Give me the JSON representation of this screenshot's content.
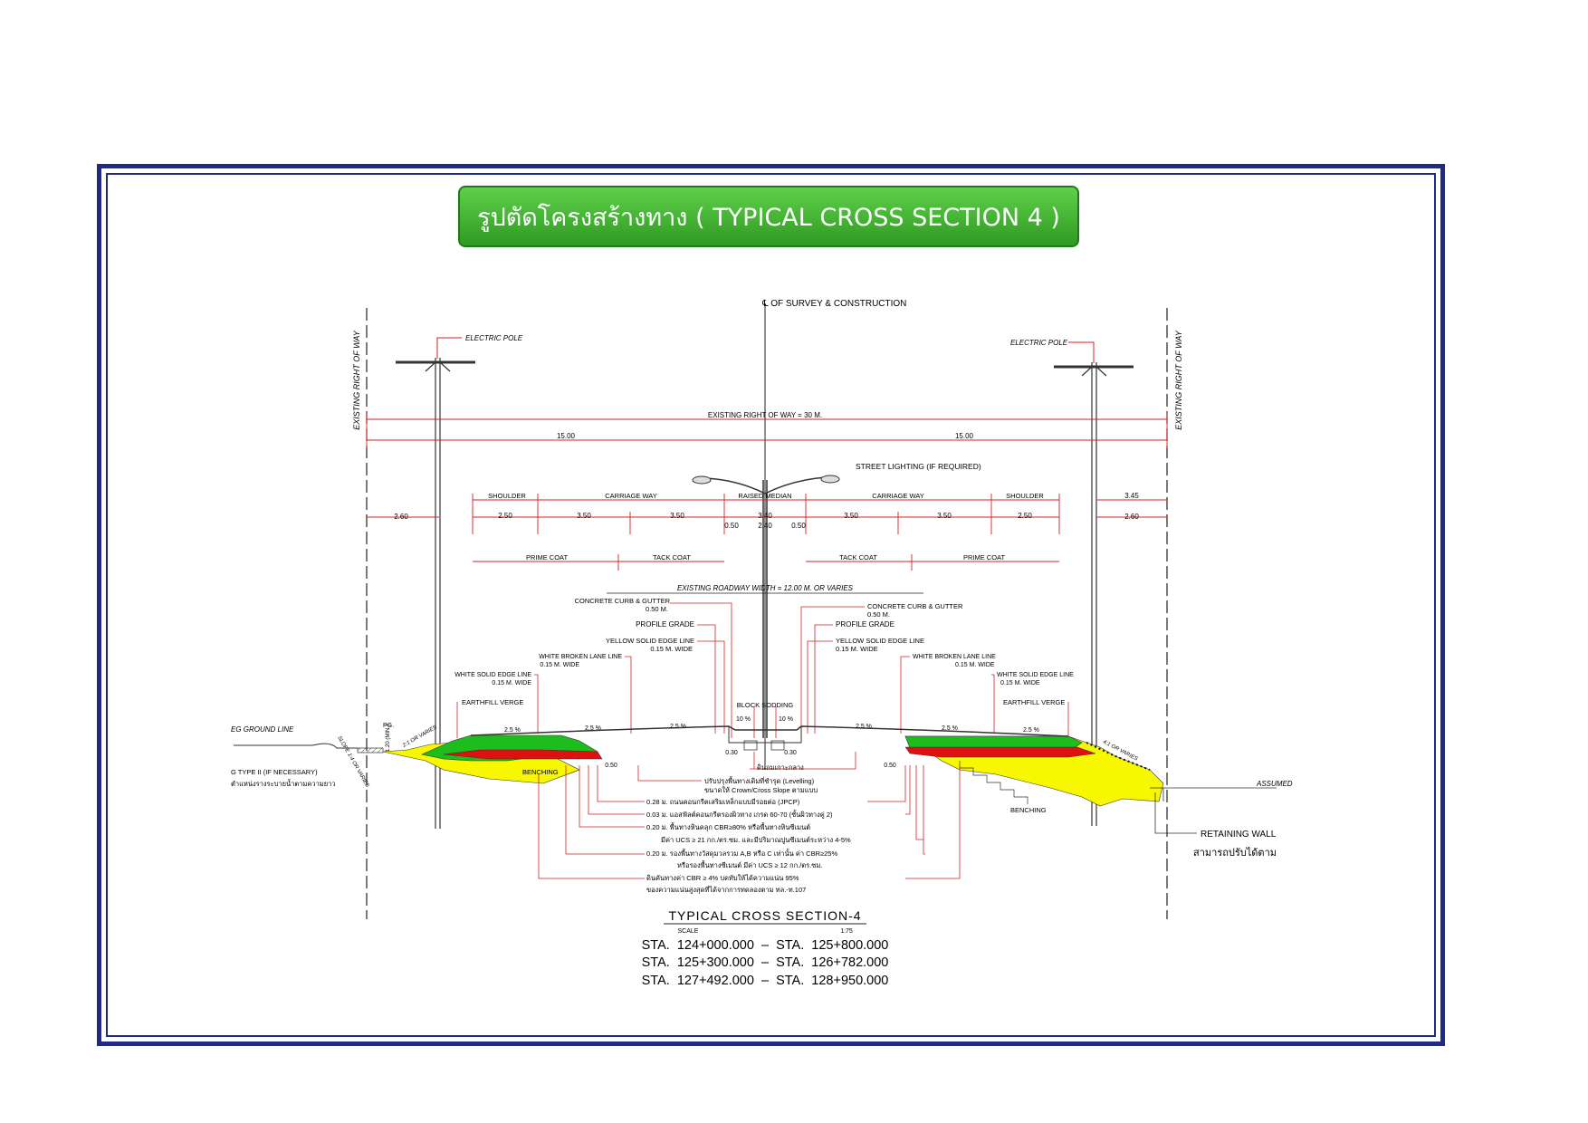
{
  "title": "รูปตัดโครงสร้างทาง ( TYPICAL CROSS SECTION 4 )",
  "centerline": "℄ OF SURVEY & CONSTRUCTION",
  "row_left": "EXISTING RIGHT OF WAY",
  "row_right": "EXISTING RIGHT OF WAY",
  "electric_pole_left": "ELECTRIC POLE",
  "electric_pole_right": "ELECTRIC POLE",
  "dims": {
    "row_total": "EXISTING RIGHT OF WAY = 30 M.",
    "half_left": "15.00",
    "half_right": "15.00",
    "left_edge": "2.60",
    "right_edge": "2.60",
    "right_edge_top": "3.45",
    "shoulder_l": "2.50",
    "lane_l1": "3.50",
    "lane_l2": "3.50",
    "median": "3.40",
    "lane_r1": "3.50",
    "lane_r2": "3.50",
    "shoulder_r": "2.50",
    "median_inner": "2.40",
    "curb_l": "0.50",
    "curb_r": "0.50",
    "curb_bot_l": "0.30",
    "curb_bot_r": "0.30",
    "gutter_l": "0.50",
    "gutter_r": "0.50",
    "pg": "PG.",
    "pg_val": "1.20 (MIN.)"
  },
  "labels": {
    "shoulder_l": "SHOULDER",
    "carriage_l": "CARRIAGE WAY",
    "median": "RAISED MEDIAN",
    "carriage_r": "CARRIAGE WAY",
    "shoulder_r": "SHOULDER",
    "street_lighting": "STREET LIGHTING (IF REQUIRED)",
    "prime_l": "PRIME COAT",
    "tack_l": "TACK COAT",
    "tack_r": "TACK COAT",
    "prime_r": "PRIME COAT",
    "existing_width": "EXISTING ROADWAY WIDTH = 12.00 M. OR VARIES",
    "curb_l": "CONCRETE CURB & GUTTER",
    "curb_l_w": "0.50 M.",
    "curb_r": "CONCRETE CURB & GUTTER",
    "curb_r_w": "0.50 M.",
    "profile_l": "PROFILE GRADE",
    "profile_r": "PROFILE GRADE",
    "yellow_l": "YELLOW SOLID EDGE LINE",
    "yellow_l_w": "0.15 M. WIDE",
    "yellow_r": "YELLOW SOLID EDGE LINE",
    "yellow_r_w": "0.15 M. WIDE",
    "white_broken_l": "WHITE BROKEN LANE LINE",
    "white_broken_l_w": "0.15 M. WIDE",
    "white_broken_r": "WHITE BROKEN LANE LINE",
    "white_broken_r_w": "0.15 M. WIDE",
    "white_solid_l": "WHITE SOLID EDGE LINE",
    "white_solid_l_w": "0.15 M. WIDE",
    "white_solid_r": "WHITE SOLID EDGE LINE",
    "white_solid_r_w": "0.15 M. WIDE",
    "earthfill_l": "EARTHFILL VERGE",
    "earthfill_r": "EARTHFILL VERGE",
    "block_sodding": "BLOCK SODDING",
    "eg_ground": "EG GROUND LINE",
    "slope_l": "SLOPE 1:4 OR VARIES",
    "slope_l2": "2:1 OR VARIES",
    "slope_r": "4:1 OR VARIES",
    "type2": "G TYPE II (IF NECESSARY)",
    "type2_th": "ตำแหน่งรางระบายน้ำตามความยาว",
    "benching_l": "BENCHING",
    "benching_r": "BENCHING",
    "assumed": "ASSUMED",
    "retaining": "RETAINING WALL",
    "retaining_th": "สามารถปรับได้ตาม",
    "slope_pct_1": "2.5 %",
    "slope_pct_2": "2.5 %",
    "slope_pct_3": "2.5 %",
    "slope_pct_4": "2.5 %",
    "slope_pct_5": "2.5 %",
    "slope_pct_6": "2.5 %",
    "slope_pct_m1": "10 %",
    "slope_pct_m2": "10 %"
  },
  "notes": [
    "ดินถมเกาะกลาง",
    "ปรับปรุงพื้นทางเดิมที่ชำรุด (Levelling)",
    "ขนาดให้ Crown/Cross Slope ตามแบบ",
    "0.28 ม. ถนนคอนกรีตเสริมเหล็กแบบมีรอยต่อ (JPCP)",
    "0.03 ม. แอสฟัลต์คอนกรีตรองผิวทาง เกรด 60-70 (ชั้นผิวทางคู่ 2)",
    "0.20 ม. พื้นทางหินคลุก CBR≥80% หรือพื้นทางหินซีเมนต์",
    "มีค่า UCS ≥ 21 กก./ตร.ซม. และมีปริมาณปูนซีเมนต์ระหว่าง 4-5%",
    "0.20 ม. รองพื้นทางวัสดุมวลรวม A,B หรือ C เท่านั้น ค่า CBR≥25%",
    "หรือรองพื้นทางซีเมนต์ มีค่า UCS ≥ 12 กก./ตร.ซม.",
    "ดินคันทางค่า CBR ≥ 4% บดทับให้ได้ความแน่น 95%",
    "ของความแน่นสูงสุดที่ได้จากการทดลองตาม ทล.-ท.107"
  ],
  "section_title": "TYPICAL CROSS SECTION-4",
  "scale_label": "SCALE",
  "scale_val": "1:75",
  "stations": [
    "STA.  124+000.000  –  STA.  125+800.000",
    "STA.  125+300.000  –  STA.  126+782.000",
    "STA.  127+492.000  –  STA.  128+950.000"
  ],
  "colors": {
    "frame": "#1f2a86",
    "banner": "#3cb030",
    "dim": "#d42020",
    "fill_yellow": "#f7f700",
    "fill_green": "#1ebd1e",
    "fill_red": "#e01010"
  }
}
